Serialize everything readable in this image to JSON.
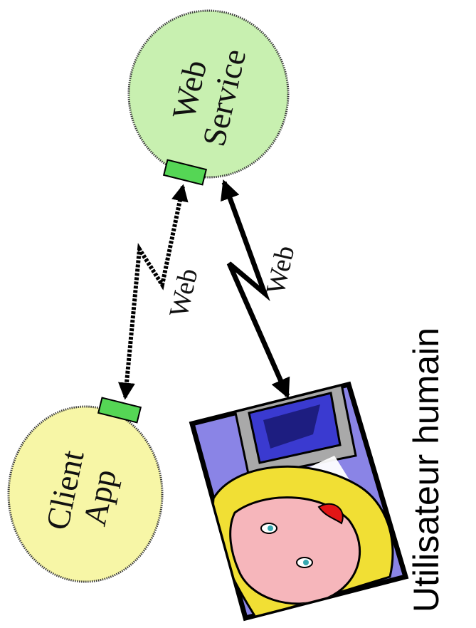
{
  "nodes": {
    "web_service": {
      "line1": "Web",
      "line2": "Service",
      "color": "#c8f0b0"
    },
    "client_app": {
      "line1": "Client",
      "line2": "App",
      "color": "#f7f6a6"
    }
  },
  "edges": {
    "client_to_service": {
      "label": "Web"
    },
    "user_to_service": {
      "label": "Web"
    }
  },
  "human_user": {
    "label": "Utilisateur humain"
  },
  "colors": {
    "port": "#55d655",
    "outline": "#000000"
  },
  "icons": [
    "lightning-arrow-icon",
    "user-at-computer-icon"
  ]
}
